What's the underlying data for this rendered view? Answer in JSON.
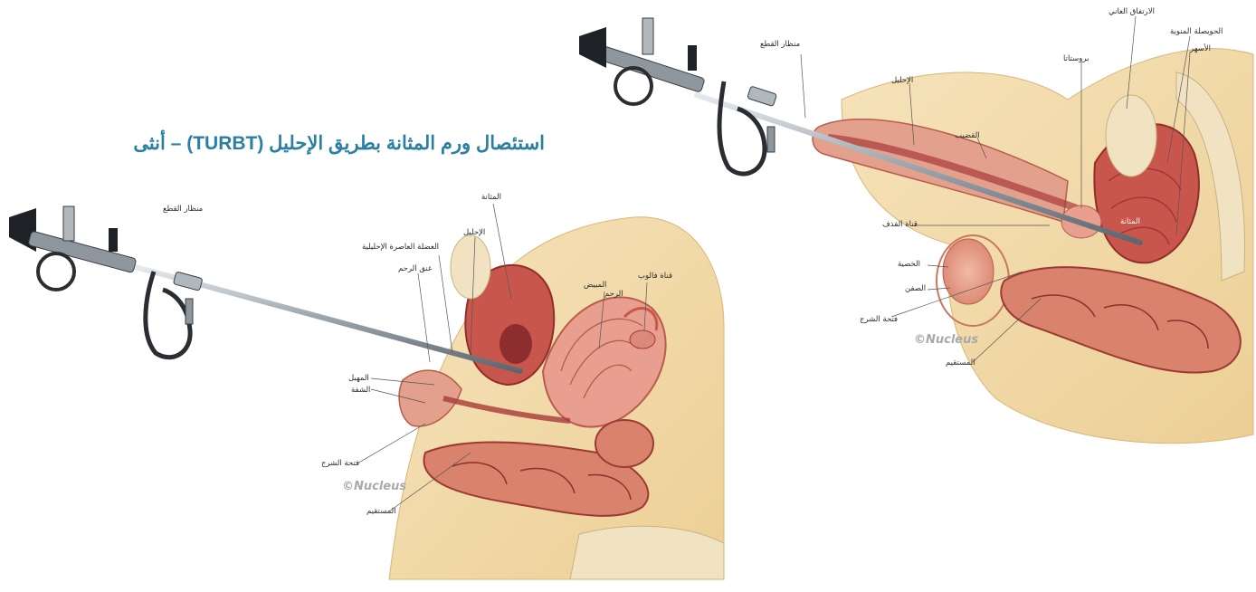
{
  "title": "استئصال ورم المثانة بطريق الإحليل (TURBT) – أنثى",
  "watermark": "©Nucleus",
  "male_labels": {
    "resectoscope": "منظار القطع",
    "urethra": "الإحليل",
    "penis": "القضيب",
    "prostate": "بروستاتا",
    "pubic_symphysis": "الارتفاق العاني",
    "seminal_vesicle": "الحويصلة المنوية",
    "ureter": "الأسهر",
    "bladder": "المثانة",
    "vas_deferens": "قناة القذف",
    "testis": "الخصية",
    "scrotum": "الصفن",
    "anus": "فتحة الشرج",
    "rectum": "المستقيم"
  },
  "female_labels": {
    "resectoscope": "منظار القطع",
    "bladder": "المثانة",
    "urethra": "الإحليل",
    "sphincter": "العضلة العاصرة الإحليلية",
    "cervix": "عنق الرحم",
    "fallopian_tube": "قناة فالوب",
    "ovary": "المبيض",
    "uterus": "الرحم",
    "vagina": "المهبل",
    "labia": "الشفة",
    "anus": "فتحة الشرج",
    "rectum": "المستقيم"
  },
  "colors": {
    "title": "#2a7fa2",
    "tissue": "#e9a08c",
    "muscle": "#c9564d",
    "fat": "#f3d9a8",
    "bone": "#f1e2c2",
    "instrument": "#9aa3ab"
  }
}
